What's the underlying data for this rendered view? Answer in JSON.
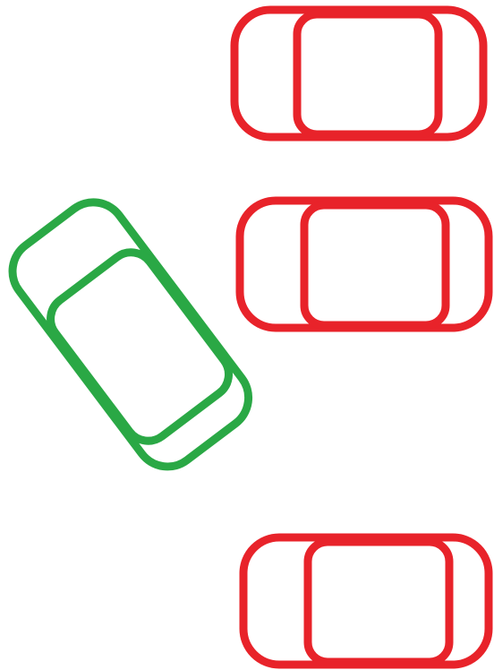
{
  "colors": {
    "background": "#ffffff",
    "parked": "#e8232a",
    "maneuvering": "#2aa845"
  },
  "scene": {
    "title": "",
    "cars": [
      {
        "id": "parked-car-1",
        "role": "parked",
        "color": "#e8232a"
      },
      {
        "id": "parked-car-2",
        "role": "parked",
        "color": "#e8232a"
      },
      {
        "id": "maneuvering-car",
        "role": "maneuvering",
        "color": "#2aa845"
      },
      {
        "id": "parked-car-3",
        "role": "parked",
        "color": "#e8232a"
      }
    ]
  }
}
